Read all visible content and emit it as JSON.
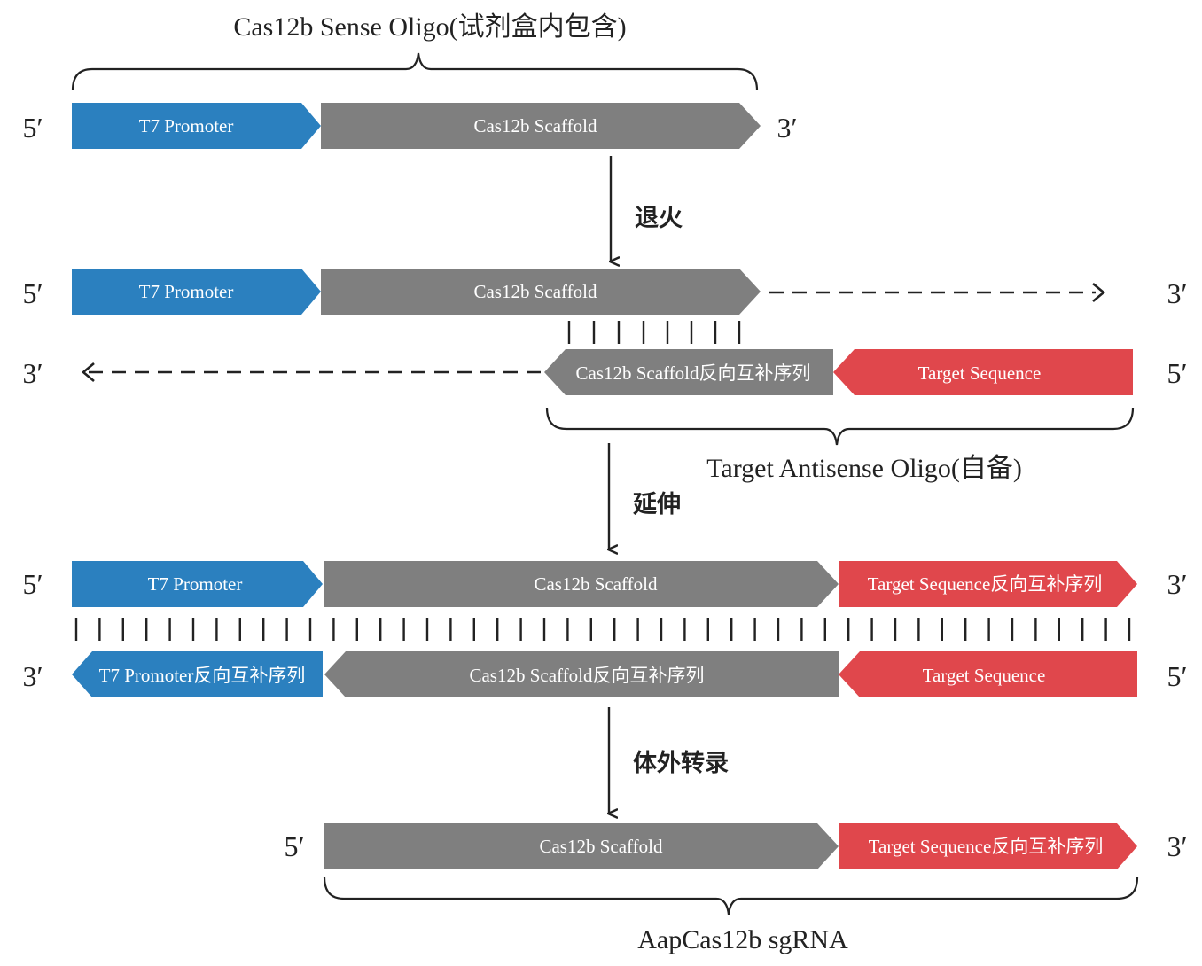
{
  "colors": {
    "promoter": "#2b80bf",
    "scaffold": "#7f7f7f",
    "target": "#e0474c"
  },
  "titles": {
    "sense_oligo": "Cas12b Sense Oligo(试剂盒内包含)",
    "antisense_oligo": "Target Antisense Oligo(自备)",
    "sgrna": "AapCas12b sgRNA"
  },
  "steps": {
    "anneal": "退火",
    "extend": "延伸",
    "transcribe": "体外转录"
  },
  "ends": {
    "five": "5′",
    "three": "3′"
  },
  "segments": {
    "t7": "T7 Promoter",
    "scaffold": "Cas12b Scaffold",
    "scaffold_rc": "Cas12b Scaffold反向互补序列",
    "target": "Target Sequence",
    "target_rc": "Target Sequence反向互补序列",
    "t7_rc": "T7 Promoter反向互补序列"
  }
}
